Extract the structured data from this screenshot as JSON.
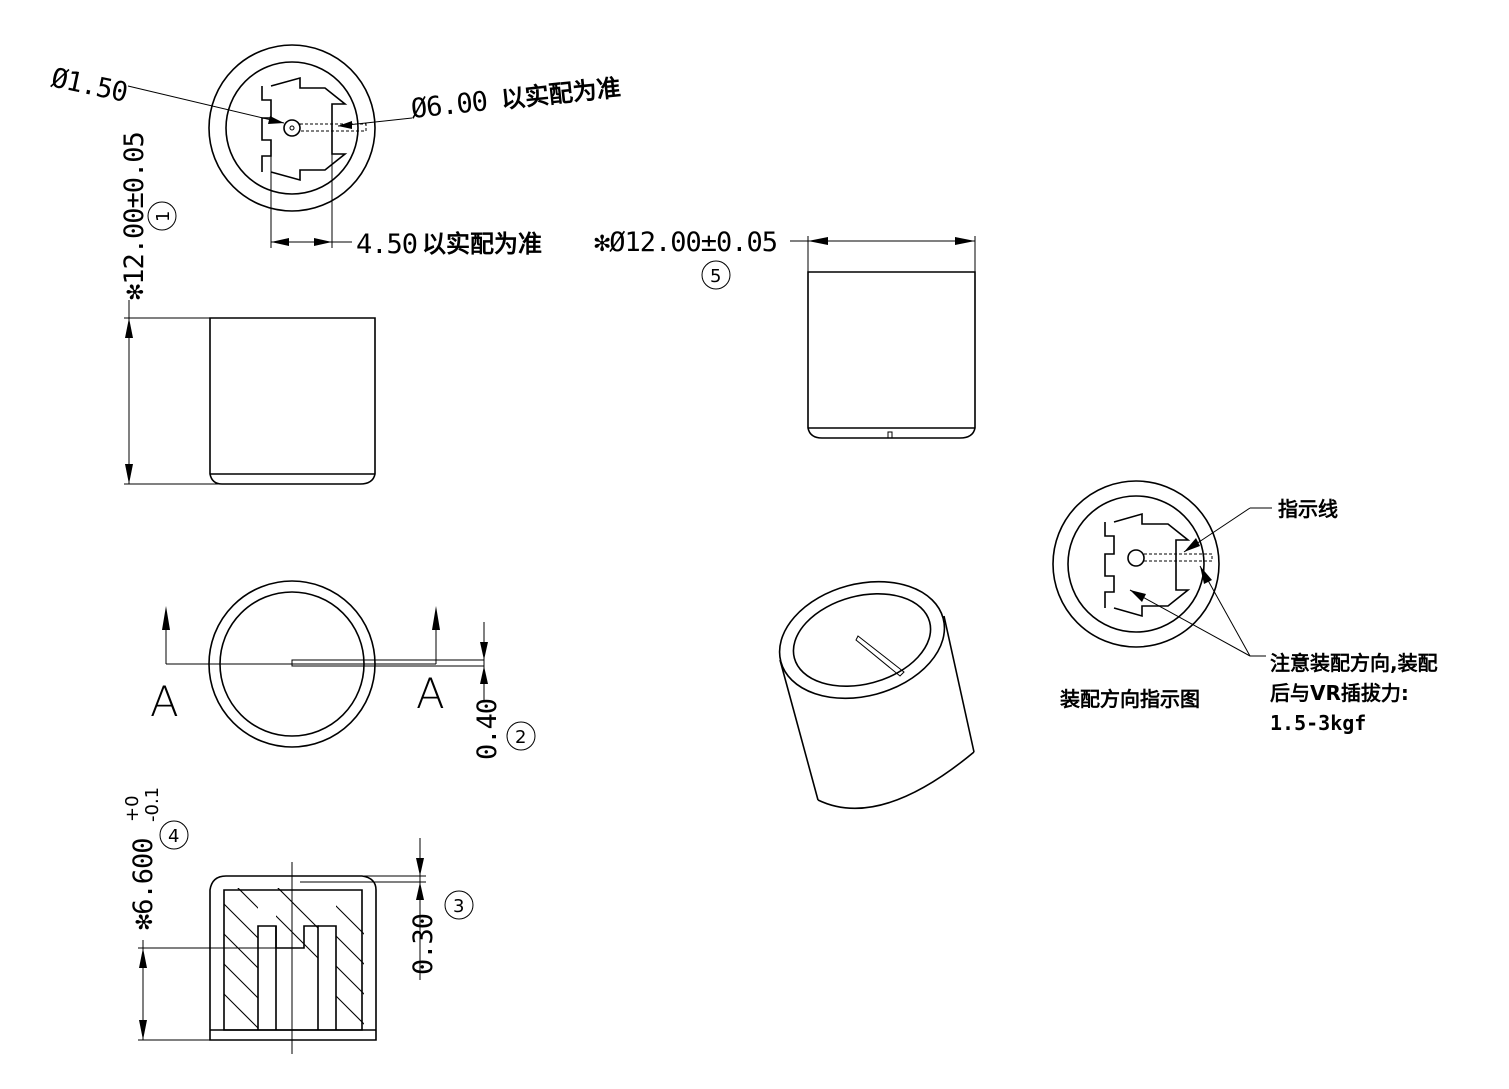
{
  "drawing": {
    "top_view": {
      "hole_dia": "Ø1.50",
      "shaft_dia": "Ø6.00",
      "shaft_note": "以实配为准",
      "flat_width": "4.50",
      "flat_note": "以实配为准"
    },
    "height_dim": {
      "value": "✻12.00±0.05",
      "balloon": "1"
    },
    "outer_dia_dim": {
      "value": "✻Ø12.00±0.05",
      "balloon": "5"
    },
    "section_marks": {
      "left": "A",
      "right": "A"
    },
    "groove_dim": {
      "value": "0.40",
      "balloon": "2"
    },
    "inner_height_dim": {
      "value": "✻6.600",
      "tol_upper": "+0",
      "tol_lower": "-0.1",
      "balloon": "4"
    },
    "gap_dim": {
      "value": "0.30",
      "balloon": "3"
    },
    "orientation": {
      "caption": "装配方向指示图",
      "indicator_label": "指示线",
      "note_line1": "注意装配方向,装配",
      "note_line2": "后与VR插拔力:",
      "note_line3": "1.5-3kgf"
    }
  }
}
